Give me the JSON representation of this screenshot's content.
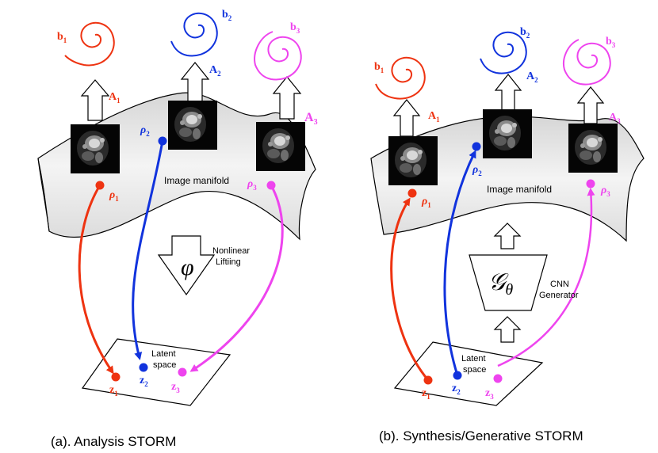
{
  "panel_a": {
    "caption": "(a). Analysis STORM",
    "manifold_label": "Image manifold",
    "operator_symbol": "φ",
    "operator_label_line1": "Nonlinear",
    "operator_label_line2": "Liftiing",
    "latent_label_line1": "Latent",
    "latent_label_line2": "space",
    "rho": [
      {
        "base": "ρ",
        "sub": "1"
      },
      {
        "base": "ρ",
        "sub": "2"
      },
      {
        "base": "ρ",
        "sub": "3"
      }
    ],
    "z": [
      {
        "base": "z",
        "sub": "1"
      },
      {
        "base": "z",
        "sub": "2"
      },
      {
        "base": "z",
        "sub": "3"
      }
    ],
    "A": [
      {
        "base": "A",
        "sub": "1"
      },
      {
        "base": "A",
        "sub": "2"
      },
      {
        "base": "A",
        "sub": "3"
      }
    ],
    "b": [
      {
        "base": "b",
        "sub": "1"
      },
      {
        "base": "b",
        "sub": "2"
      },
      {
        "base": "b",
        "sub": "3"
      }
    ]
  },
  "panel_b": {
    "caption": "(b). Synthesis/Generative STORM",
    "manifold_label": "Image manifold",
    "generator_symbol": "𝒢",
    "generator_sub": "θ",
    "generator_label_line1": "CNN",
    "generator_label_line2": "Generator",
    "latent_label_line1": "Latent",
    "latent_label_line2": "space",
    "rho": [
      {
        "base": "ρ",
        "sub": "1"
      },
      {
        "base": "ρ",
        "sub": "2"
      },
      {
        "base": "ρ",
        "sub": "3"
      }
    ],
    "z": [
      {
        "base": "z",
        "sub": "1"
      },
      {
        "base": "z",
        "sub": "2"
      },
      {
        "base": "z",
        "sub": "3"
      }
    ],
    "A": [
      {
        "base": "A",
        "sub": "1"
      },
      {
        "base": "A",
        "sub": "2"
      },
      {
        "base": "A",
        "sub": "3"
      }
    ],
    "b": [
      {
        "base": "b",
        "sub": "1"
      },
      {
        "base": "b",
        "sub": "2"
      },
      {
        "base": "b",
        "sub": "3"
      }
    ]
  },
  "colors": {
    "series1": "#ee3311",
    "series2": "#1133dd",
    "series3": "#ee44ee",
    "manifold_fill": "#e6e6e6",
    "outline": "#000000"
  }
}
